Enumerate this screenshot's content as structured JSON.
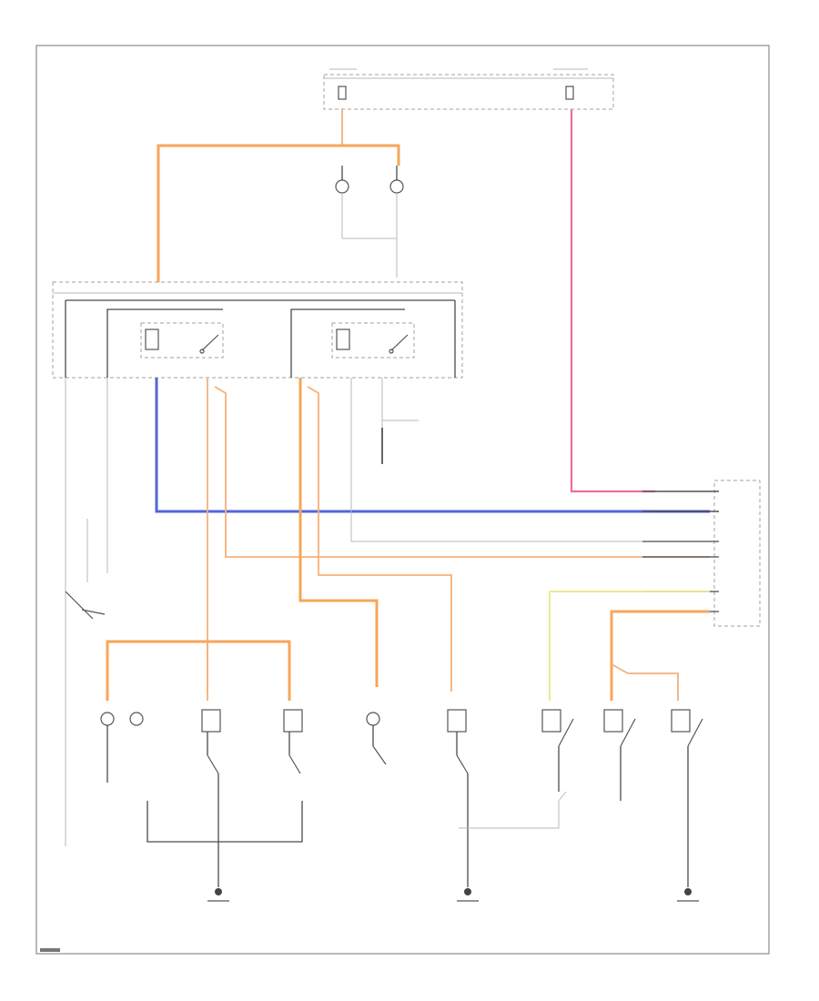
{
  "diagram": {
    "frame_color": "#8c8c8c",
    "wire_colors": {
      "orange": "#f7a65a",
      "pink": "#ef6f96",
      "blue": "#5265d6",
      "yellow": "#ece58a",
      "dark": "#4a4a4a",
      "light": "#b8b8b8"
    },
    "components": [
      {
        "name": "fuse-block-top"
      },
      {
        "name": "dome-lamp-pair"
      },
      {
        "name": "relay-module"
      },
      {
        "name": "relay-left"
      },
      {
        "name": "relay-right"
      },
      {
        "name": "connector-right-edge"
      },
      {
        "name": "lamp-switch-group-left"
      },
      {
        "name": "switch-center"
      },
      {
        "name": "switch-right-group"
      },
      {
        "name": "ground-left"
      },
      {
        "name": "ground-center"
      },
      {
        "name": "ground-right"
      }
    ],
    "legibility_note": ""
  }
}
